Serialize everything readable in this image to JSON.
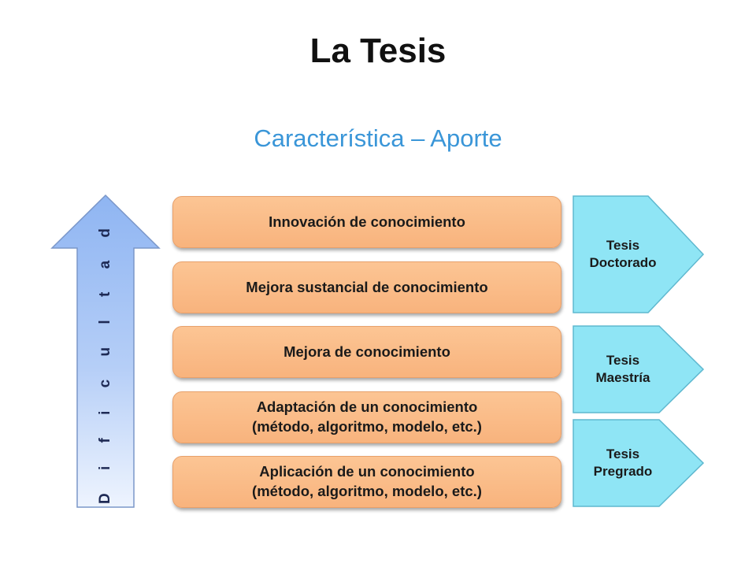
{
  "slide": {
    "title": "La Tesis",
    "subtitle": "Característica – Aporte"
  },
  "difficulty_arrow": {
    "label": "D i f i c u l t a d",
    "color_top": "#8fb5f2",
    "color_bottom": "#e8f0fd"
  },
  "contributions": [
    {
      "text": "Innovación de conocimiento"
    },
    {
      "text": "Mejora sustancial de conocimiento"
    },
    {
      "text": "Mejora de conocimiento"
    },
    {
      "text": "Adaptación de un conocimiento\n(método, algoritmo, modelo, etc.)"
    },
    {
      "text": "Aplicación de un conocimiento\n(método, algoritmo, modelo, etc.)"
    }
  ],
  "thesis_levels": [
    {
      "text": "Tesis\nDoctorado"
    },
    {
      "text": "Tesis\nMaestría"
    },
    {
      "text": "Tesis\nPregrado"
    }
  ],
  "colors": {
    "box_fill": "#f9b880",
    "chevron_fill": "#8fe5f5",
    "subtitle": "#3a96d8"
  }
}
